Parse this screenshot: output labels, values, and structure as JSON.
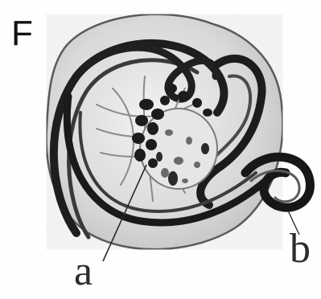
{
  "figure": {
    "panel_letter": "F",
    "labels": {
      "a": "a",
      "b": "b"
    }
  }
}
